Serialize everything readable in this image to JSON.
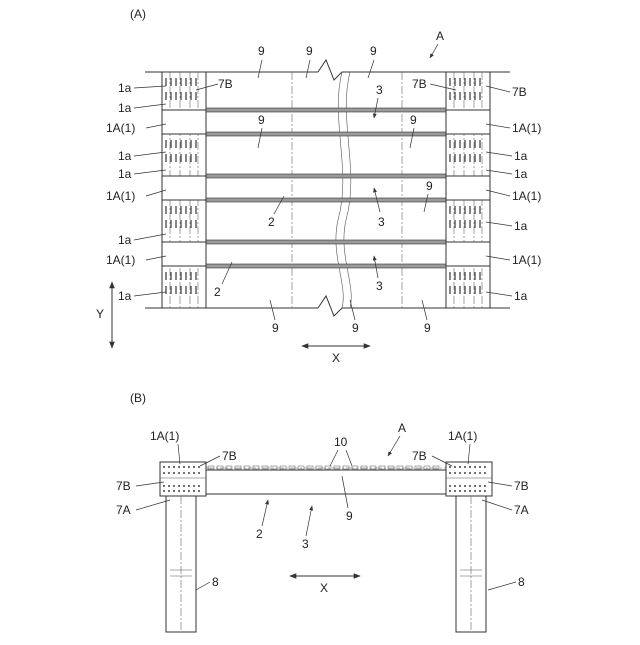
{
  "panel_a": {
    "title": "(A)",
    "ref_main": "A",
    "labels": {
      "l9": "9",
      "l3": "3",
      "l2": "2",
      "l1a": "1a",
      "l1A": "1A(1)",
      "l7B": "7B"
    },
    "axis_x": "X",
    "axis_y": "Y"
  },
  "panel_b": {
    "title": "(B)",
    "ref_main": "A",
    "labels": {
      "l1A": "1A(1)",
      "l7B": "7B",
      "l7A": "7A",
      "l10": "10",
      "l9": "9",
      "l2": "2",
      "l3": "3",
      "l8": "8"
    },
    "axis_x": "X"
  }
}
